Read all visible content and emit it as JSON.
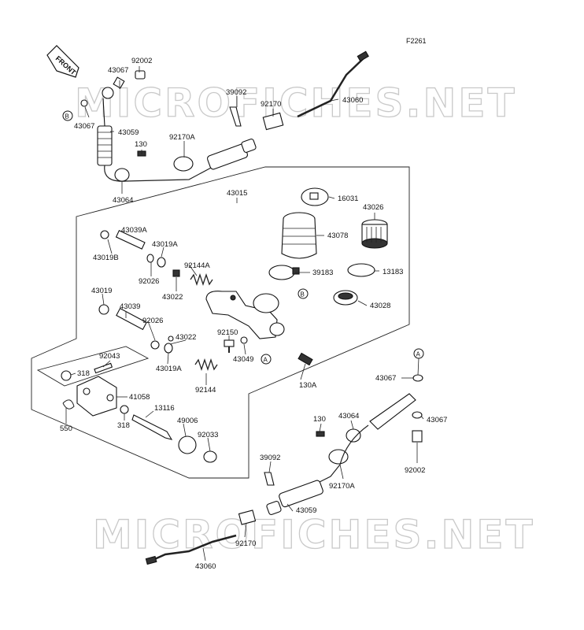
{
  "figure_id": "F2261",
  "front_label": "FRONT",
  "watermark": "MICROFICHES.NET",
  "callouts": {
    "a": "A",
    "b": "B"
  },
  "parts": {
    "p92002_top": "92002",
    "p43067_top1": "43067",
    "p43067_top2": "43067",
    "p43059_top": "43059",
    "p130_top": "130",
    "p92170a_top": "92170A",
    "p43064_top": "43064",
    "p39092_top": "39092",
    "p92170_top": "92170",
    "p43060_top": "43060",
    "p43015": "43015",
    "p16031": "16031",
    "p43026": "43026",
    "p43078": "43078",
    "p39183": "39183",
    "p13183": "13183",
    "p43028": "43028",
    "p43039a": "43039A",
    "p43019b": "43019B",
    "p43019a_1": "43019A",
    "p92144a": "92144A",
    "p92026_1": "92026",
    "p43022_1": "43022",
    "p43019": "43019",
    "p43039": "43039",
    "p92026_2": "92026",
    "p92150": "92150",
    "p43049": "43049",
    "p43022_2": "43022",
    "p43019a_2": "43019A",
    "p92144": "92144",
    "p92043": "92043",
    "p318_1": "318",
    "p41058": "41058",
    "p13116": "13116",
    "p550": "550",
    "p318_2": "318",
    "p49006": "49006",
    "p92033": "92033",
    "p130a": "130A",
    "p43067_r1": "43067",
    "p43067_r2": "43067",
    "p130_bot": "130",
    "p43064_bot": "43064",
    "p92002_bot": "92002",
    "p92170a_bot": "92170A",
    "p39092_bot": "39092",
    "p43059_bot": "43059",
    "p92170_bot": "92170",
    "p43060_bot": "43060"
  }
}
